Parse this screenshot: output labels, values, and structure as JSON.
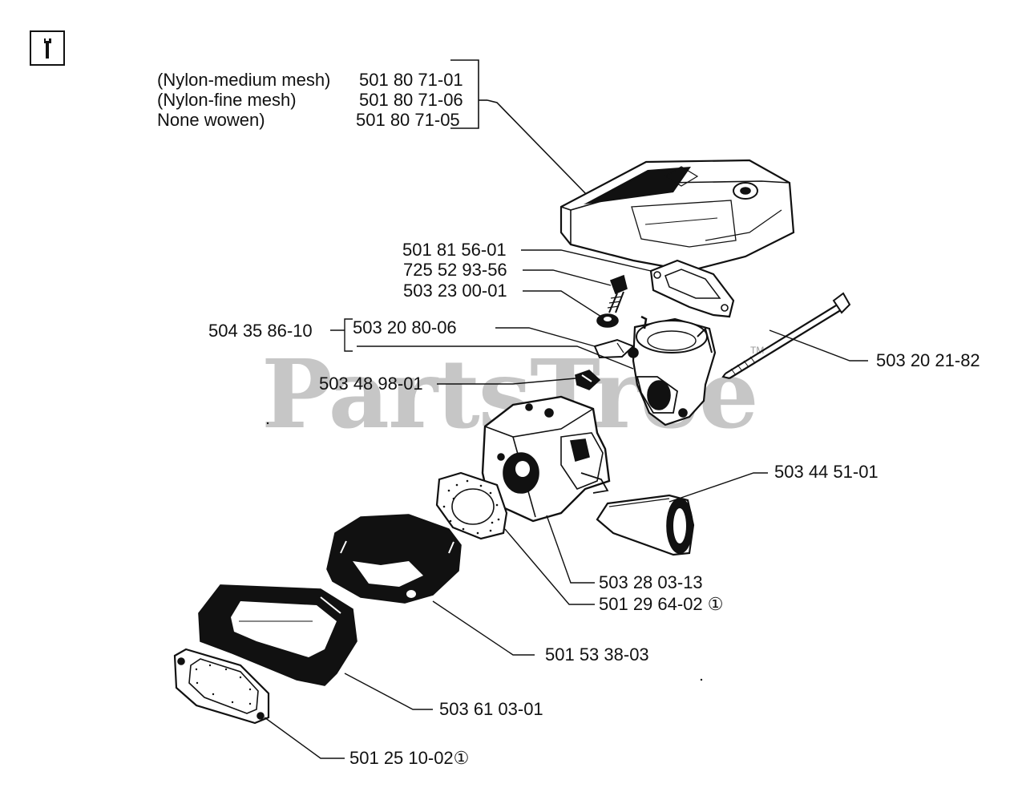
{
  "corner_icon": "wrench-icon",
  "watermark": {
    "brand": "PartsTree",
    "tm": "TM"
  },
  "parts": {
    "air_filter_nylon_medium": {
      "desc": "(Nylon-medium mesh)",
      "number": "501 80 71-01"
    },
    "air_filter_nylon_fine": {
      "desc": "(Nylon-fine mesh)",
      "number": "501 80 71-06"
    },
    "air_filter_none_woven": {
      "desc": "None wowen)",
      "number": "501 80 71-05"
    },
    "gasket_top": "501 81 56-01",
    "screw": "725 52 93-56",
    "washer": "503 23 00-01",
    "assembly_kit": "504 35 86-10",
    "bracket": "503 20 80-06",
    "clip": "503 48 98-01",
    "long_bolt": "503 20 21-82",
    "sleeve": "503 44 51-01",
    "carburetor": "503 28 03-13",
    "carb_gasket": "501 29 64-02 ①",
    "intake_housing": "501 53 38-03",
    "intake_rubber": "503 61 03-01",
    "flange_gasket": "501 25 10-02①"
  }
}
